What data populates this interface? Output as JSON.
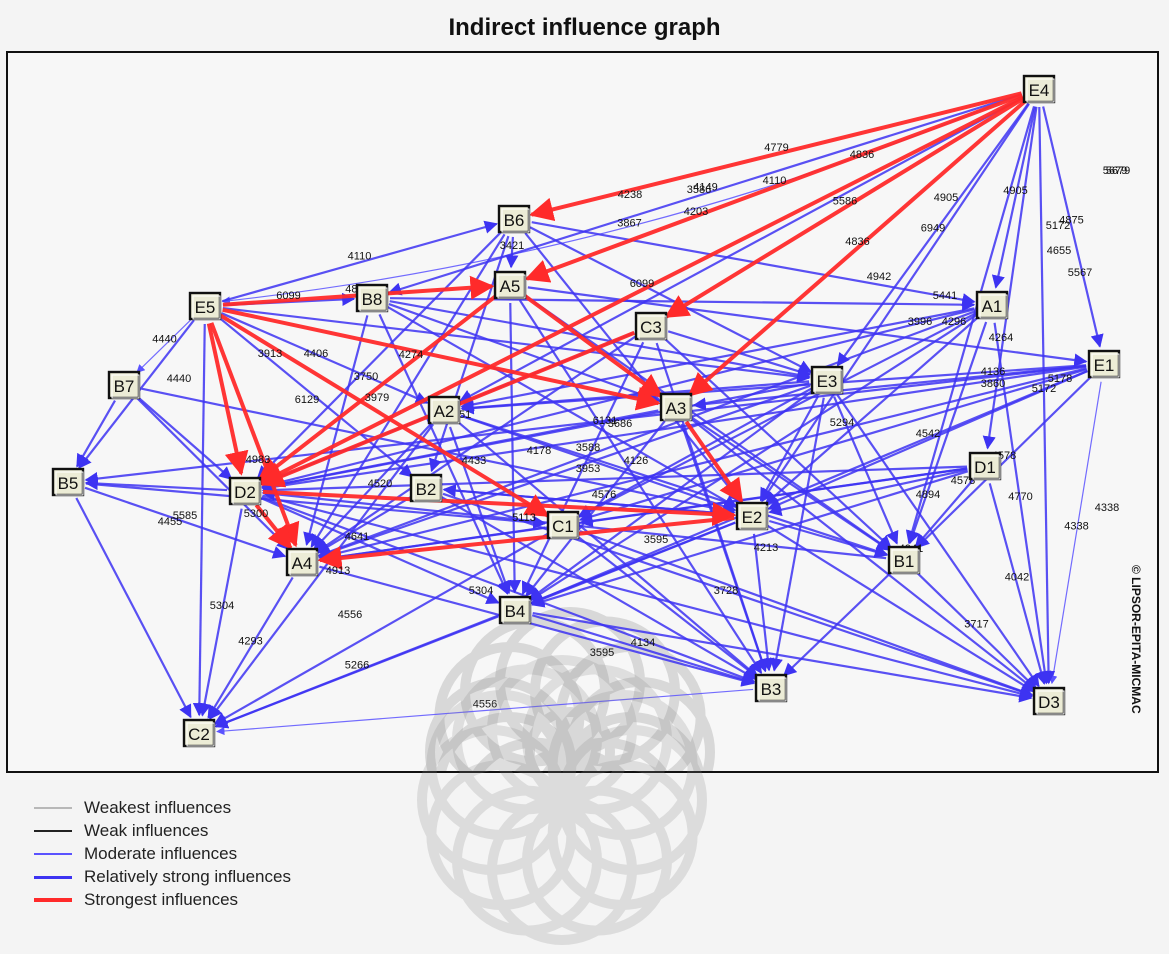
{
  "title": "Indirect influence graph",
  "copyright": "© LIPSOR-EPITA-MICMAC",
  "colors": {
    "strongest": "#ff2a2a",
    "relatively_strong": "#3d33f2",
    "moderate": "#5a52ff",
    "weak": "#222222",
    "weakest": "#b8b8b8",
    "node_fill": "#ececd6",
    "node_border": "#111111"
  },
  "legend": [
    {
      "label": "Weakest influences",
      "level": "weakest"
    },
    {
      "label": "Weak influences",
      "level": "weak"
    },
    {
      "label": "Moderate influences",
      "level": "moderate"
    },
    {
      "label": "Relatively strong influences",
      "level": "relatively_strong"
    },
    {
      "label": "Strongest influences",
      "level": "strongest"
    }
  ],
  "nodes": [
    "E4",
    "B6",
    "A5",
    "B8",
    "E5",
    "C3",
    "A1",
    "E1",
    "B7",
    "E3",
    "A2",
    "A3",
    "D1",
    "B5",
    "D2",
    "B2",
    "C1",
    "E2",
    "A4",
    "B1",
    "B4",
    "B3",
    "D3",
    "C2"
  ],
  "edges": [
    {
      "from": "E4",
      "to": "B6",
      "level": "strongest",
      "value": "4779"
    },
    {
      "from": "E4",
      "to": "A5",
      "level": "strongest",
      "value": "4110"
    },
    {
      "from": "E4",
      "to": "C3",
      "level": "strongest",
      "value": "5586"
    },
    {
      "from": "E4",
      "to": "A3",
      "level": "strongest",
      "value": "4836"
    },
    {
      "from": "E4",
      "to": "D2",
      "level": "strongest",
      "value": "6099"
    },
    {
      "from": "E4",
      "to": "E5",
      "level": "moderate",
      "value": "3867"
    },
    {
      "from": "E4",
      "to": "A1",
      "level": "relatively_strong",
      "value": "4905"
    },
    {
      "from": "E4",
      "to": "E1",
      "level": "relatively_strong",
      "value": "4875"
    },
    {
      "from": "E4",
      "to": "D3",
      "level": "relatively_strong",
      "value": "5172"
    },
    {
      "from": "E4",
      "to": "E3",
      "level": "relatively_strong",
      "value": "6949"
    },
    {
      "from": "E4",
      "to": "B1",
      "level": "relatively_strong",
      "value": ""
    },
    {
      "from": "E4",
      "to": "D1",
      "level": "relatively_strong",
      "value": ""
    },
    {
      "from": "E4",
      "to": "E2",
      "level": "relatively_strong",
      "value": ""
    },
    {
      "from": "E4",
      "to": "B8",
      "level": "relatively_strong",
      "value": "4149"
    },
    {
      "from": "E4",
      "to": "A2",
      "level": "relatively_strong",
      "value": ""
    },
    {
      "from": "E5",
      "to": "A5",
      "level": "strongest",
      "value": "4803"
    },
    {
      "from": "E5",
      "to": "A3",
      "level": "strongest",
      "value": ""
    },
    {
      "from": "E5",
      "to": "D2",
      "level": "strongest",
      "value": ""
    },
    {
      "from": "E5",
      "to": "A4",
      "level": "strongest",
      "value": ""
    },
    {
      "from": "E5",
      "to": "C1",
      "level": "strongest",
      "value": ""
    },
    {
      "from": "E5",
      "to": "B6",
      "level": "relatively_strong",
      "value": "4110"
    },
    {
      "from": "E5",
      "to": "B7",
      "level": "moderate",
      "value": "4440"
    },
    {
      "from": "E5",
      "to": "B5",
      "level": "relatively_strong",
      "value": ""
    },
    {
      "from": "E5",
      "to": "C2",
      "level": "relatively_strong",
      "value": ""
    },
    {
      "from": "E5",
      "to": "E3",
      "level": "relatively_strong",
      "value": ""
    },
    {
      "from": "E5",
      "to": "B2",
      "level": "relatively_strong",
      "value": ""
    },
    {
      "from": "E5",
      "to": "A2",
      "level": "relatively_strong",
      "value": ""
    },
    {
      "from": "E5",
      "to": "B8",
      "level": "relatively_strong",
      "value": "6099"
    },
    {
      "from": "B6",
      "to": "A5",
      "level": "relatively_strong",
      "value": "3421"
    },
    {
      "from": "B6",
      "to": "A1",
      "level": "relatively_strong",
      "value": ""
    },
    {
      "from": "B6",
      "to": "E3",
      "level": "relatively_strong",
      "value": ""
    },
    {
      "from": "A5",
      "to": "D2",
      "level": "strongest",
      "value": ""
    },
    {
      "from": "A5",
      "to": "A3",
      "level": "strongest",
      "value": ""
    },
    {
      "from": "A5",
      "to": "E1",
      "level": "relatively_strong",
      "value": ""
    },
    {
      "from": "A5",
      "to": "B4",
      "level": "relatively_strong",
      "value": ""
    },
    {
      "from": "C3",
      "to": "D2",
      "level": "strongest",
      "value": ""
    },
    {
      "from": "C3",
      "to": "E3",
      "level": "relatively_strong",
      "value": ""
    },
    {
      "from": "C3",
      "to": "B3",
      "level": "relatively_strong",
      "value": ""
    },
    {
      "from": "B8",
      "to": "A3",
      "level": "relatively_strong",
      "value": ""
    },
    {
      "from": "B8",
      "to": "A4",
      "level": "relatively_strong",
      "value": ""
    },
    {
      "from": "A1",
      "to": "D2",
      "level": "relatively_strong",
      "value": ""
    },
    {
      "from": "A1",
      "to": "B1",
      "level": "relatively_strong",
      "value": ""
    },
    {
      "from": "A1",
      "to": "A2",
      "level": "relatively_strong",
      "value": ""
    },
    {
      "from": "E1",
      "to": "D2",
      "level": "relatively_strong",
      "value": ""
    },
    {
      "from": "E1",
      "to": "B1",
      "level": "relatively_strong",
      "value": "4578"
    },
    {
      "from": "E1",
      "to": "D3",
      "level": "moderate",
      "value": "4338"
    },
    {
      "from": "E1",
      "to": "C1",
      "level": "relatively_strong",
      "value": ""
    },
    {
      "from": "E1",
      "to": "A4",
      "level": "relatively_strong",
      "value": ""
    },
    {
      "from": "E1",
      "to": "B4",
      "level": "relatively_strong",
      "value": ""
    },
    {
      "from": "E3",
      "to": "D2",
      "level": "relatively_strong",
      "value": ""
    },
    {
      "from": "E3",
      "to": "A4",
      "level": "relatively_strong",
      "value": ""
    },
    {
      "from": "E3",
      "to": "B1",
      "level": "relatively_strong",
      "value": ""
    },
    {
      "from": "E3",
      "to": "B3",
      "level": "relatively_strong",
      "value": ""
    },
    {
      "from": "E3",
      "to": "A2",
      "level": "relatively_strong",
      "value": ""
    },
    {
      "from": "E3",
      "to": "B4",
      "level": "relatively_strong",
      "value": ""
    },
    {
      "from": "A3",
      "to": "E2",
      "level": "strongest",
      "value": ""
    },
    {
      "from": "A3",
      "to": "D2",
      "level": "relatively_strong",
      "value": ""
    },
    {
      "from": "A3",
      "to": "B4",
      "level": "relatively_strong",
      "value": ""
    },
    {
      "from": "A3",
      "to": "D3",
      "level": "relatively_strong",
      "value": ""
    },
    {
      "from": "A2",
      "to": "D2",
      "level": "relatively_strong",
      "value": ""
    },
    {
      "from": "A2",
      "to": "A4",
      "level": "relatively_strong",
      "value": ""
    },
    {
      "from": "A2",
      "to": "E2",
      "level": "relatively_strong",
      "value": ""
    },
    {
      "from": "D2",
      "to": "E2",
      "level": "strongest",
      "value": ""
    },
    {
      "from": "D2",
      "to": "A4",
      "level": "strongest",
      "value": ""
    },
    {
      "from": "D2",
      "to": "C2",
      "level": "relatively_strong",
      "value": "5304"
    },
    {
      "from": "D2",
      "to": "B4",
      "level": "relatively_strong",
      "value": ""
    },
    {
      "from": "D2",
      "to": "B5",
      "level": "relatively_strong",
      "value": ""
    },
    {
      "from": "E2",
      "to": "A4",
      "level": "strongest",
      "value": ""
    },
    {
      "from": "E2",
      "to": "B1",
      "level": "relatively_strong",
      "value": ""
    },
    {
      "from": "E2",
      "to": "B3",
      "level": "relatively_strong",
      "value": ""
    },
    {
      "from": "E2",
      "to": "D3",
      "level": "relatively_strong",
      "value": ""
    },
    {
      "from": "E2",
      "to": "B4",
      "level": "relatively_strong",
      "value": ""
    },
    {
      "from": "E2",
      "to": "C2",
      "level": "relatively_strong",
      "value": ""
    },
    {
      "from": "D1",
      "to": "B1",
      "level": "relatively_strong",
      "value": ""
    },
    {
      "from": "D1",
      "to": "A4",
      "level": "relatively_strong",
      "value": ""
    },
    {
      "from": "D1",
      "to": "C1",
      "level": "relatively_strong",
      "value": ""
    },
    {
      "from": "D1",
      "to": "D2",
      "level": "relatively_strong",
      "value": ""
    },
    {
      "from": "B2",
      "to": "E2",
      "level": "relatively_strong",
      "value": ""
    },
    {
      "from": "B2",
      "to": "A4",
      "level": "relatively_strong",
      "value": ""
    },
    {
      "from": "C1",
      "to": "A4",
      "level": "relatively_strong",
      "value": ""
    },
    {
      "from": "C1",
      "to": "B3",
      "level": "relatively_strong",
      "value": ""
    },
    {
      "from": "B1",
      "to": "D3",
      "level": "relatively_strong",
      "value": "3717"
    },
    {
      "from": "B1",
      "to": "B3",
      "level": "relatively_strong",
      "value": ""
    },
    {
      "from": "B1",
      "to": "D2",
      "level": "relatively_strong",
      "value": ""
    },
    {
      "from": "A4",
      "to": "C2",
      "level": "relatively_strong",
      "value": "4293"
    },
    {
      "from": "A4",
      "to": "B3",
      "level": "relatively_strong",
      "value": ""
    },
    {
      "from": "B4",
      "to": "C2",
      "level": "relatively_strong",
      "value": "5266"
    },
    {
      "from": "B4",
      "to": "B3",
      "level": "relatively_strong",
      "value": "4134"
    },
    {
      "from": "B4",
      "to": "D3",
      "level": "relatively_strong",
      "value": ""
    },
    {
      "from": "B3",
      "to": "C2",
      "level": "moderate",
      "value": "4556"
    },
    {
      "from": "B7",
      "to": "B5",
      "level": "relatively_strong",
      "value": ""
    },
    {
      "from": "B7",
      "to": "D2",
      "level": "relatively_strong",
      "value": ""
    },
    {
      "from": "B5",
      "to": "A4",
      "level": "relatively_strong",
      "value": "5585"
    },
    {
      "from": "B5",
      "to": "C1",
      "level": "relatively_strong",
      "value": ""
    },
    {
      "from": "B5",
      "to": "C2",
      "level": "relatively_strong",
      "value": ""
    },
    {
      "from": "E1",
      "to": "E2",
      "level": "relatively_strong",
      "value": "4542"
    },
    {
      "from": "E1",
      "to": "A3",
      "level": "relatively_strong",
      "value": ""
    },
    {
      "from": "A1",
      "to": "E2",
      "level": "relatively_strong",
      "value": ""
    },
    {
      "from": "A1",
      "to": "C1",
      "level": "relatively_strong",
      "value": ""
    },
    {
      "from": "B6",
      "to": "D2",
      "level": "relatively_strong",
      "value": ""
    },
    {
      "from": "B6",
      "to": "B2",
      "level": "relatively_strong",
      "value": ""
    },
    {
      "from": "C3",
      "to": "A4",
      "level": "relatively_strong",
      "value": ""
    },
    {
      "from": "C3",
      "to": "B1",
      "level": "relatively_strong",
      "value": ""
    },
    {
      "from": "A5",
      "to": "B1",
      "level": "relatively_strong",
      "value": ""
    },
    {
      "from": "A5",
      "to": "B3",
      "level": "relatively_strong",
      "value": ""
    },
    {
      "from": "E3",
      "to": "E2",
      "level": "relatively_strong",
      "value": ""
    },
    {
      "from": "E3",
      "to": "C1",
      "level": "relatively_strong",
      "value": ""
    },
    {
      "from": "B8",
      "to": "E2",
      "level": "relatively_strong",
      "value": ""
    },
    {
      "from": "B8",
      "to": "B4",
      "level": "relatively_strong",
      "value": ""
    },
    {
      "from": "B2",
      "to": "B3",
      "level": "relatively_strong",
      "value": ""
    },
    {
      "from": "B2",
      "to": "D3",
      "level": "relatively_strong",
      "value": ""
    },
    {
      "from": "B7",
      "to": "A4",
      "level": "relatively_strong",
      "value": ""
    },
    {
      "from": "B7",
      "to": "E2",
      "level": "relatively_strong",
      "value": ""
    },
    {
      "from": "D1",
      "to": "D3",
      "level": "relatively_strong",
      "value": "4042"
    },
    {
      "from": "D1",
      "to": "B4",
      "level": "relatively_strong",
      "value": ""
    },
    {
      "from": "E3",
      "to": "D3",
      "level": "relatively_strong",
      "value": ""
    },
    {
      "from": "A1",
      "to": "D3",
      "level": "relatively_strong",
      "value": "4770"
    },
    {
      "from": "A2",
      "to": "B3",
      "level": "relatively_strong",
      "value": ""
    },
    {
      "from": "A2",
      "to": "C2",
      "level": "relatively_strong",
      "value": ""
    },
    {
      "from": "C1",
      "to": "D3",
      "level": "relatively_strong",
      "value": ""
    },
    {
      "from": "C1",
      "to": "C2",
      "level": "relatively_strong",
      "value": ""
    },
    {
      "from": "E1",
      "to": "A2",
      "level": "relatively_strong",
      "value": ""
    },
    {
      "from": "E1",
      "to": "B5",
      "level": "relatively_strong",
      "value": ""
    },
    {
      "from": "A3",
      "to": "B1",
      "level": "relatively_strong",
      "value": ""
    },
    {
      "from": "A3",
      "to": "B3",
      "level": "relatively_strong",
      "value": ""
    },
    {
      "from": "D1",
      "to": "E2",
      "level": "relatively_strong",
      "value": ""
    },
    {
      "from": "A1",
      "to": "B4",
      "level": "relatively_strong",
      "value": ""
    },
    {
      "from": "A1",
      "to": "A4",
      "level": "relatively_strong",
      "value": ""
    },
    {
      "from": "B6",
      "to": "E2",
      "level": "relatively_strong",
      "value": ""
    },
    {
      "from": "B6",
      "to": "A4",
      "level": "relatively_strong",
      "value": ""
    },
    {
      "from": "B8",
      "to": "E3",
      "level": "relatively_strong",
      "value": ""
    },
    {
      "from": "B8",
      "to": "A1",
      "level": "relatively_strong",
      "value": ""
    },
    {
      "from": "A2",
      "to": "B1",
      "level": "relatively_strong",
      "value": ""
    },
    {
      "from": "A2",
      "to": "B4",
      "level": "relatively_strong",
      "value": ""
    },
    {
      "from": "D2",
      "to": "B3",
      "level": "relatively_strong",
      "value": ""
    },
    {
      "from": "D2",
      "to": "D3",
      "level": "relatively_strong",
      "value": ""
    },
    {
      "from": "C3",
      "to": "B4",
      "level": "relatively_strong",
      "value": ""
    },
    {
      "from": "C3",
      "to": "A2",
      "level": "relatively_strong",
      "value": ""
    },
    {
      "from": "E2",
      "to": "B2",
      "level": "relatively_strong",
      "value": ""
    }
  ],
  "edge_label_values": [
    "5679",
    "4655",
    "4836",
    "4905",
    "5172",
    "5679",
    "4238",
    "3586",
    "4203",
    "4296",
    "5441",
    "4942",
    "3860",
    "4136",
    "6131",
    "4576",
    "3595",
    "4213",
    "3728",
    "4941",
    "4894",
    "5294",
    "3686",
    "4274",
    "3750",
    "5051",
    "4520",
    "4406",
    "3913",
    "4440",
    "4455",
    "4983",
    "5300",
    "4641",
    "4913",
    "5304",
    "4556",
    "3595",
    "4578",
    "4338",
    "5567",
    "5178",
    "3996",
    "4264",
    "6129",
    "3979",
    "4178",
    "3588",
    "4126",
    "4433",
    "5113",
    "3953"
  ]
}
